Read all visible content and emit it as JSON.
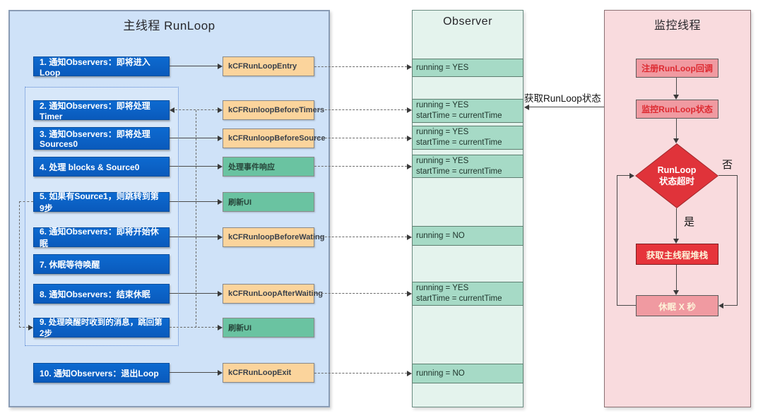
{
  "colors": {
    "main_panel_bg": "#cfe2f8",
    "step_blue": "#0a62c8",
    "callback_orange": "#fbd49c",
    "action_green": "#6ac3a1",
    "observer_panel_bg": "#e4f3ed",
    "observer_cell_teal": "#a6dac6",
    "monitor_panel_bg": "#f9dbde",
    "monitor_node_salmon": "#f09aa1",
    "monitor_decision_red": "#e0333a",
    "monitor_stack_red": "#e6343b"
  },
  "main": {
    "title": "主线程 RunLoop",
    "steps": [
      {
        "label": "1. 通知Observers：即将进入Loop"
      },
      {
        "label": "2. 通知Observers：即将处理Timer"
      },
      {
        "label": "3. 通知Observers：即将处理Sources0"
      },
      {
        "label": "4. 处理 blocks & Source0"
      },
      {
        "label": "5. 如果有Source1，则跳转到第9步"
      },
      {
        "label": "6. 通知Observers：即将开始休眠"
      },
      {
        "label": "7. 休眠等待唤醒"
      },
      {
        "label": "8. 通知Observers：结束休眠"
      },
      {
        "label": "9. 处理唤醒时收到的消息，跳回第2步"
      },
      {
        "label": "10. 通知Observers：退出Loop"
      }
    ],
    "callbacks": [
      {
        "label": "kCFRunLoopEntry"
      },
      {
        "label": "kCFRunloopBeforeTimers"
      },
      {
        "label": "kCFRunloopBeforeSource"
      },
      {
        "label": "处理事件响应"
      },
      {
        "label": "刷新UI"
      },
      {
        "label": "kCFRunloopBeforeWating"
      },
      {
        "label": "kCFRunLoopAfterWaiting"
      },
      {
        "label": "刷新UI"
      },
      {
        "label": "kCFRunLoopExit"
      }
    ]
  },
  "observer": {
    "title": "Observer",
    "cells": [
      {
        "l1": "running = YES",
        "l2": ""
      },
      {
        "l1": "running = YES",
        "l2": "startTime = currentTime"
      },
      {
        "l1": "running = YES",
        "l2": "startTime = currentTime"
      },
      {
        "l1": "running = YES",
        "l2": "startTime = currentTime"
      },
      {
        "l1": "running = NO",
        "l2": ""
      },
      {
        "l1": "running = YES",
        "l2": "startTime = currentTime"
      },
      {
        "l1": "running = NO",
        "l2": ""
      }
    ]
  },
  "monitor": {
    "title": "监控线程",
    "register": "注册RunLoop回调",
    "watch": "监控RunLoop状态",
    "decision_l1": "RunLoop",
    "decision_l2": "状态超时",
    "no": "否",
    "yes": "是",
    "get_stack": "获取主线程堆栈",
    "sleep": "休眠 X 秒"
  },
  "link": {
    "label": "获取RunLoop状态"
  }
}
